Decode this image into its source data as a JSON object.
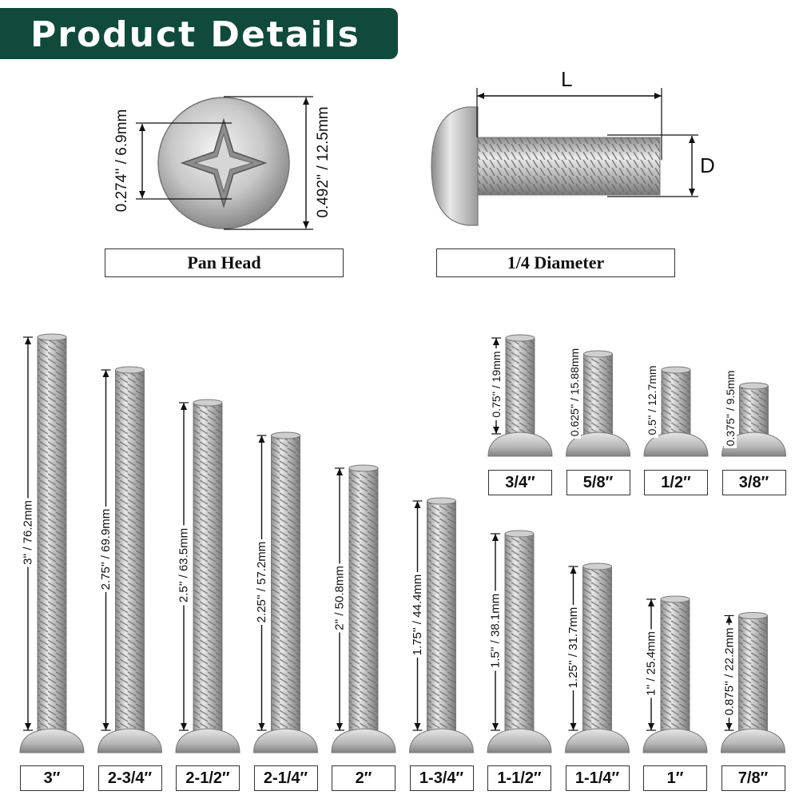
{
  "header": {
    "title": "Product Details"
  },
  "pan_head": {
    "caption": "Pan Head",
    "inner_dim": "0.274'' / 6.9mm",
    "outer_dim": "0.492'' / 12.5mm"
  },
  "diameter": {
    "caption": "1/4 Diameter",
    "length_letter": "L",
    "diameter_letter": "D"
  },
  "large_screws": [
    {
      "size": "3″",
      "dim": "3'' / 76.2mm"
    },
    {
      "size": "2-3/4″",
      "dim": "2.75'' / 69.9mm"
    },
    {
      "size": "2-1/2″",
      "dim": "2.5'' / 63.5mm"
    },
    {
      "size": "2-1/4″",
      "dim": "2.25'' / 57.2mm"
    },
    {
      "size": "2″",
      "dim": "2'' / 50.8mm"
    },
    {
      "size": "1-3/4″",
      "dim": "1.75'' / 44.4mm"
    },
    {
      "size": "1-1/2″",
      "dim": "1.5'' / 38.1mm"
    },
    {
      "size": "1-1/4″",
      "dim": "1.25'' / 31.7mm"
    },
    {
      "size": "1″",
      "dim": "1'' / 25.4mm"
    },
    {
      "size": "7/8″",
      "dim": "0.875'' / 22.2mm"
    }
  ],
  "small_screws": [
    {
      "size": "3/4″",
      "dim": "0.75'' / 19mm"
    },
    {
      "size": "5/8″",
      "dim": "0.625'' / 15.88mm"
    },
    {
      "size": "1/2″",
      "dim": "0.5'' / 12.7mm"
    },
    {
      "size": "3/8″",
      "dim": "0.375'' / 9.5mm"
    }
  ]
}
